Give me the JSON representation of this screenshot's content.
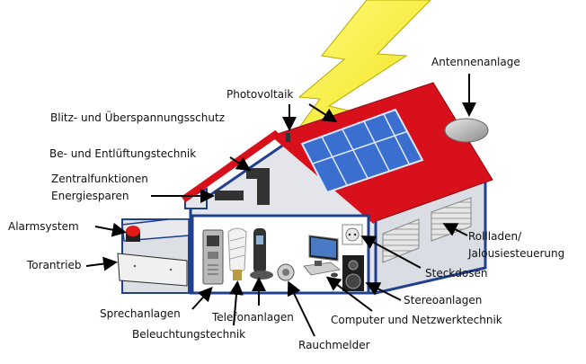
{
  "title_hidden": "",
  "labels": {
    "photovoltaik": "Photovoltaik",
    "antennenanlage": "Antennenanlage",
    "blitzschutz": "Blitz- und Überspannungsschutz",
    "lueftung": "Be- und Entlüftungstechnik",
    "zentral_line1": "Zentralfunktionen",
    "zentral_line2": "Energiesparen",
    "alarmsystem": "Alarmsystem",
    "torantrieb": "Torantrieb",
    "rollladen_line1": "Rollladen/",
    "rollladen_line2": "Jalousiesteuerung",
    "steckdosen": "Steckdosen",
    "stereoanlagen": "Stereoanlagen",
    "computer": "Computer und Netzwerktechnik",
    "rauchmelder": "Rauchmelder",
    "telefonanlagen": "Telefonanlagen",
    "sprechanlagen": "Sprechanlagen",
    "beleuchtung": "Beleuchtungstechnik"
  },
  "colors": {
    "roof": "#d7101c",
    "solar": "#3a6fd0",
    "lightning": "#f5ee2a",
    "wall": "#e4e6ea",
    "outline": "#1f3f8f"
  }
}
